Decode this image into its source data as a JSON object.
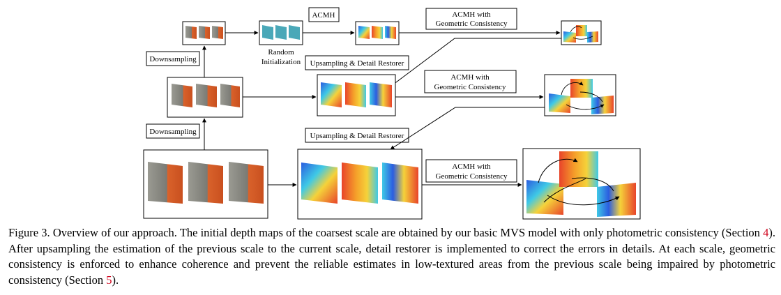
{
  "diagram": {
    "label_acmh": "ACMH",
    "label_acmh_geo_line1": "ACMH with",
    "label_acmh_geo_line2": "Geometric Consistency",
    "label_downsampling": "Downsampling",
    "label_random_line1": "Random",
    "label_random_line2": "Initialization",
    "label_upsampling": "Upsampling & Detail Restorer"
  },
  "caption": {
    "prefix": "Figure 3. Overview of our approach. The initial depth maps of the coarsest scale are obtained by our basic MVS model with only photometric consistency (Section ",
    "ref1": "4",
    "middle": "). After upsampling the estimation of the previous scale to the current scale, detail restorer is implemented to correct the errors in details. At each scale, geometric consistency is enforced to enhance coherence and prevent the reliable estimates in low-textured areas from the previous scale being impaired by photometric consistency (Section ",
    "ref2": "5",
    "suffix": ")."
  },
  "colors": {
    "depth_red": "#e8442a",
    "depth_blue": "#2b5de0",
    "depth_yellow": "#f5d23a",
    "depth_cyan": "#3fc9e6",
    "init_teal": "#4aa8b8",
    "photo_gray": "#8a8a84",
    "photo_orange": "#d9622b"
  }
}
